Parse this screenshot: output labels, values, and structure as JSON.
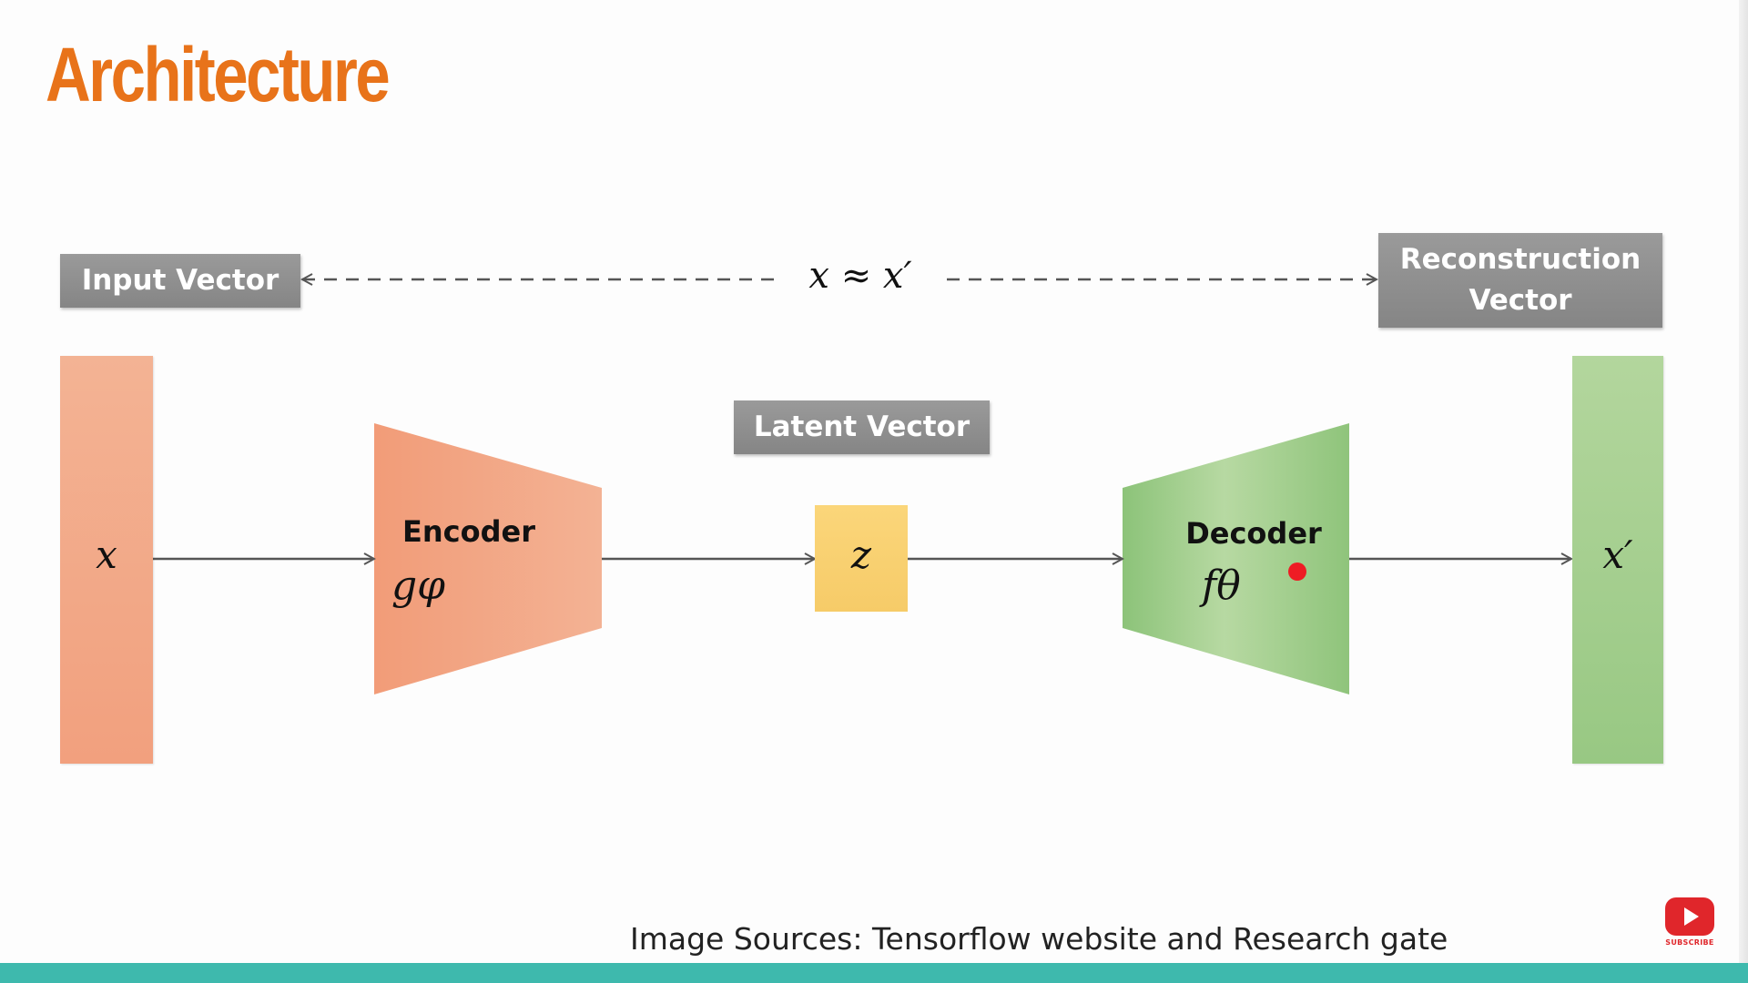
{
  "title": "Architecture",
  "labels": {
    "input_vector": "Input Vector",
    "reconstruction_vector_line1": "Reconstruction",
    "reconstruction_vector_line2": "Vector",
    "latent_vector": "Latent Vector"
  },
  "approximation": "x ≈ x′",
  "variables": {
    "input": "x",
    "latent": "z",
    "output": "x′"
  },
  "encoder": {
    "name": "Encoder",
    "function": "gφ"
  },
  "decoder": {
    "name": "Decoder",
    "function": "fθ"
  },
  "source_note": "Image Sources: Tensorflow website and Research gate",
  "subscribe_label": "SUBSCRIBE",
  "icons": {
    "subscribe": "youtube-play-icon",
    "pointer": "red-dot-pointer"
  },
  "colors": {
    "title": "#e8731a",
    "encoder": "#f2a07e",
    "decoder": "#98c883",
    "latent": "#f8cf6c",
    "label_bg": "#8e8e8e",
    "bottom_bar": "#3eb9ad",
    "pointer": "#ee1c24"
  }
}
